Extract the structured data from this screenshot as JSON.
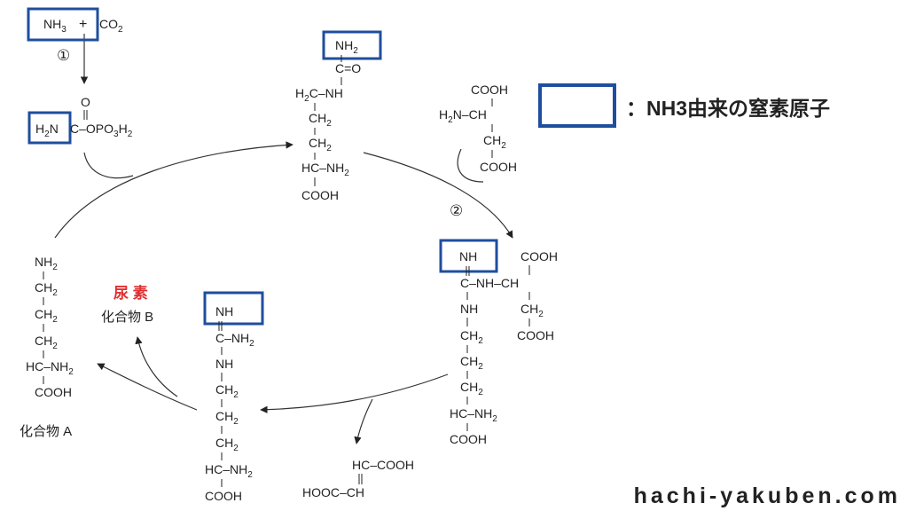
{
  "colors": {
    "highlight_box": "#1f4e9e",
    "urea_red": "#e03131",
    "ink": "#222222"
  },
  "legend": {
    "text": "：NH3由来の窒素原子"
  },
  "watermark": "hachi-yakuben.com",
  "reactants": {
    "nh3": "NH",
    "nh3_sub": "3",
    "plus": "+",
    "co2": "CO",
    "co2_sub": "2"
  },
  "steps": {
    "step1": "①",
    "step2": "②"
  },
  "carbamoyl_phosphate": {
    "h2n": "H",
    "h2n_sub": "2",
    "h2n_n": "N",
    "o_top": "O",
    "rest": "C–OPO",
    "rest_sub": "3",
    "rest_h": "H",
    "rest_sub2": "2"
  },
  "citrulline": {
    "nh2": "NH",
    "nh2_sub": "2",
    "c_eq_o": "C=O",
    "h2c_nh": "H",
    "h2c_nh_sub": "2",
    "h2c_nh_rest": "C–NH",
    "ch2": "CH",
    "ch2_sub": "2",
    "hc_nh2": "HC–NH",
    "hc_nh2_sub": "2",
    "cooh": "COOH"
  },
  "aspartate": {
    "cooh_top": "COOH",
    "h2n_ch": "H",
    "h2n_ch_sub": "2",
    "h2n_ch_rest": "N–CH",
    "ch2": "CH",
    "ch2_sub": "2",
    "cooh_bottom": "COOH"
  },
  "argininosuccinate": {
    "nh_box": "NH",
    "cooh_top": "COOH",
    "c_nh_ch": "C–NH–CH",
    "nh": "NH",
    "ch2": "CH",
    "ch2_sub": "2",
    "cooh_side": "COOH",
    "hc_nh2": "HC–NH",
    "hc_nh2_sub": "2",
    "cooh_bottom": "COOH"
  },
  "fumarate": {
    "line1": "HC–COOH",
    "line2": "HOOC–CH"
  },
  "arginine": {
    "nh_box": "NH",
    "c_nh2": "C–NH",
    "c_nh2_sub": "2",
    "nh": "NH",
    "ch2": "CH",
    "ch2_sub": "2",
    "hc_nh2": "HC–NH",
    "hc_nh2_sub": "2",
    "cooh": "COOH"
  },
  "ornithine": {
    "nh2": "NH",
    "nh2_sub": "2",
    "ch2": "CH",
    "ch2_sub": "2",
    "hc_nh2": "HC–NH",
    "hc_nh2_sub": "2",
    "cooh": "COOH",
    "label": "化合物 A"
  },
  "urea": {
    "red_label": "尿 素",
    "label": "化合物 B"
  }
}
